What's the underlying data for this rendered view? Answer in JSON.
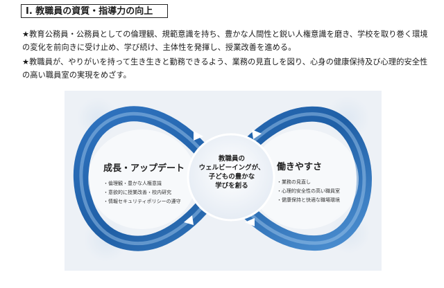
{
  "section": {
    "title": "Ⅰ. 教職員の資質・指導力の向上"
  },
  "paragraphs": [
    "★教育公務員・公務員としての倫理観、規範意識を持ち、豊かな人間性と鋭い人権意識を磨き、学校を取り巻く環境の変化を前向きに受け止め、学び続け、主体性を発揮し、授業改善を進める。",
    "★教職員が、やりがいを持って生き生きと勤務できるよう、業務の見直しを図り、心身の健康保持及び心理的安全性の高い職員室の実現をめざす。"
  ],
  "figure": {
    "center_lines": [
      "教職員の",
      "ウェルビーイングが、",
      "子どもの豊かな",
      "学びを創る"
    ],
    "left": {
      "heading": "成長・アップデート",
      "items": [
        "倫理観・豊かな人権意識",
        "意欲的に授業改善・校内研究",
        "情報セキュリティポリシーの遵守"
      ]
    },
    "right": {
      "heading": "働きやすさ",
      "items": [
        "業務の見直し",
        "心理的安全性の高い職員室",
        "健康保持と快適な職場環境"
      ]
    }
  },
  "colors": {
    "loop_dark": "#1f5fa6",
    "loop_light": "#6fa8dc",
    "figure_bg": "#edf1f6"
  }
}
